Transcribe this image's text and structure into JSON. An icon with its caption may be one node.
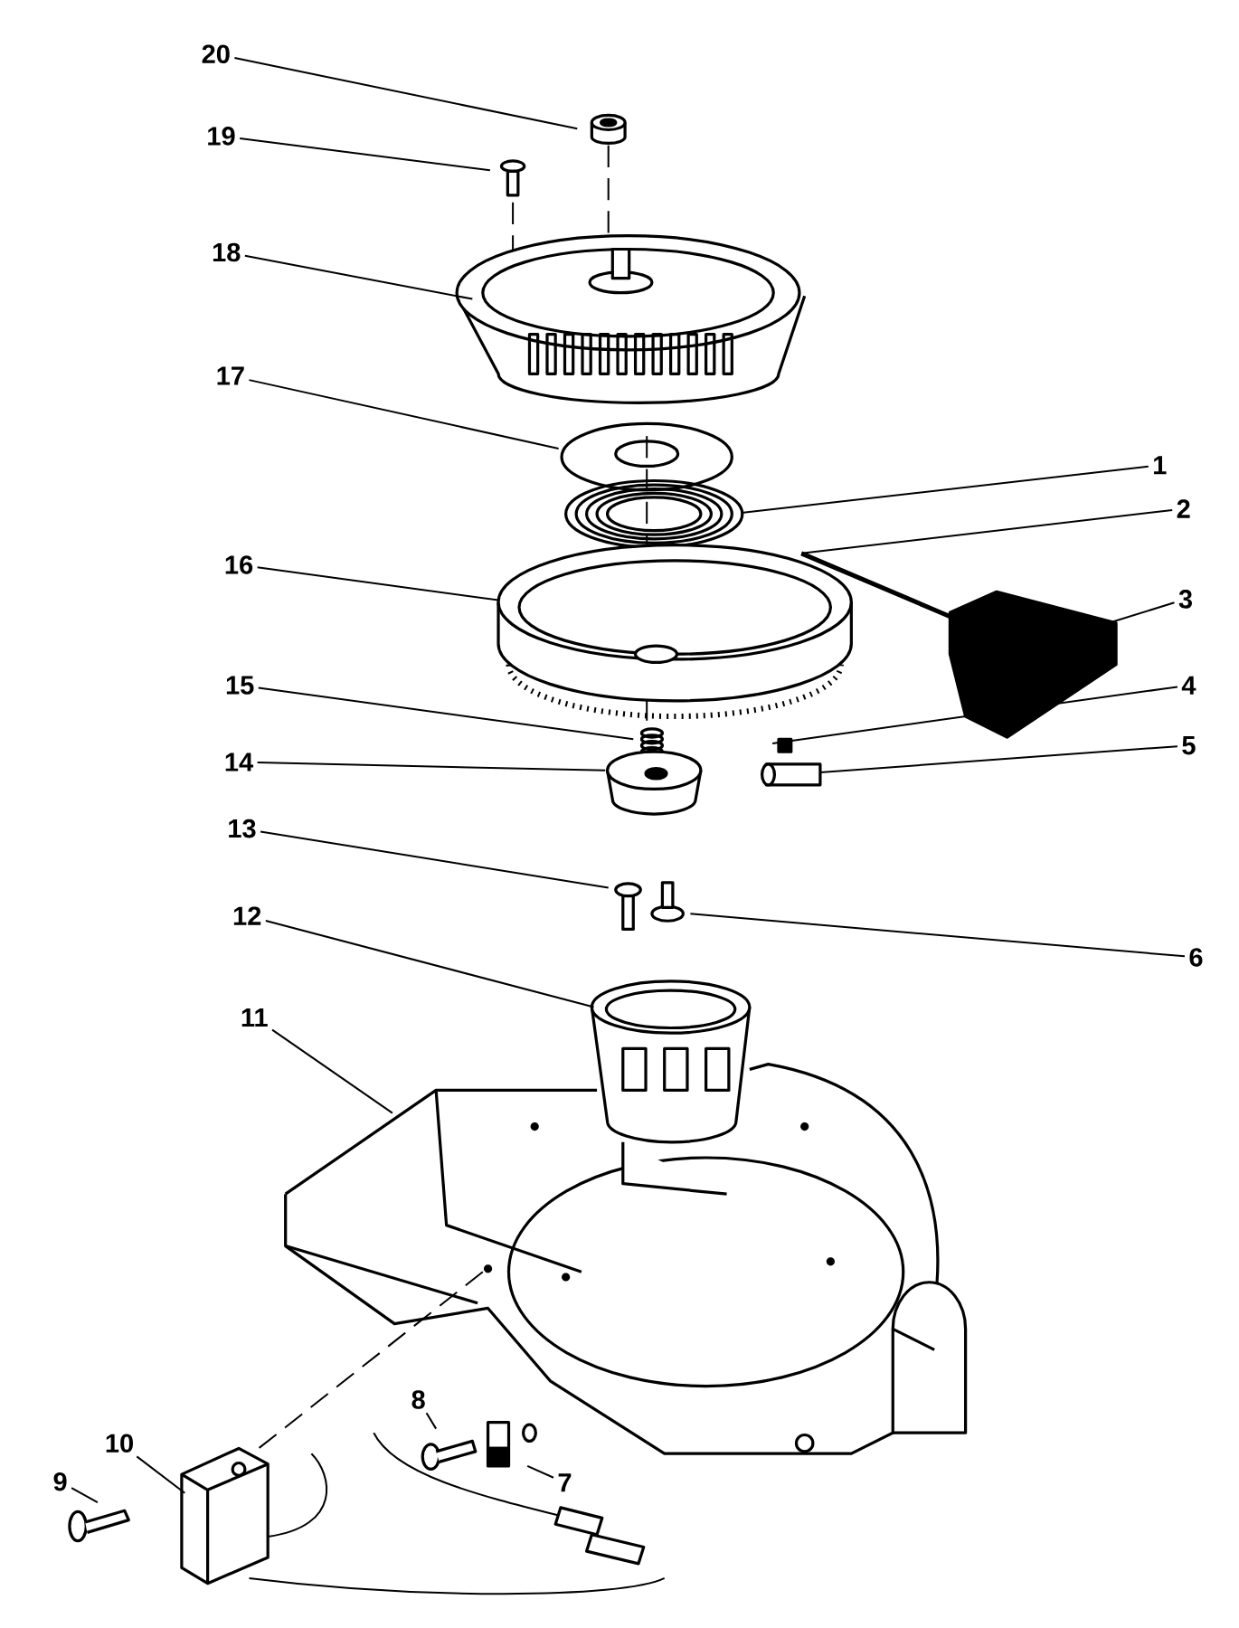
{
  "diagram": {
    "nodes": [
      {
        "text": [
          "20"
        ]
      },
      {
        "text": [
          "19"
        ]
      },
      {
        "text": [
          "18"
        ]
      },
      {
        "text": [
          "17"
        ]
      },
      {
        "text": [
          "1"
        ]
      },
      {
        "text": [
          "2"
        ]
      },
      {
        "text": [
          "16"
        ]
      },
      {
        "text": [
          "3"
        ]
      },
      {
        "text": [
          "15"
        ]
      },
      {
        "text": [
          "4"
        ]
      },
      {
        "text": [
          "14"
        ]
      },
      {
        "text": [
          "5"
        ]
      },
      {
        "text": [
          "13"
        ]
      },
      {
        "text": [
          "6"
        ]
      },
      {
        "text": [
          "12"
        ]
      },
      {
        "text": [
          "11"
        ]
      },
      {
        "text": [
          "8"
        ]
      },
      {
        "text": [
          "7"
        ]
      },
      {
        "text": [
          "10"
        ]
      },
      {
        "text": [
          "9"
        ]
      }
    ],
    "edges": [
      {
        "from": 0,
        "to": null,
        "arrow": "none"
      },
      {
        "from": 1,
        "to": null,
        "arrow": "none"
      },
      {
        "from": 2,
        "to": null,
        "arrow": "none"
      },
      {
        "from": 3,
        "to": null,
        "arrow": "none"
      },
      {
        "from": 4,
        "to": null,
        "arrow": "none"
      },
      {
        "from": 5,
        "to": null,
        "arrow": "none"
      },
      {
        "from": 6,
        "to": null,
        "arrow": "none"
      },
      {
        "from": 7,
        "to": null,
        "arrow": "none"
      },
      {
        "from": 8,
        "to": null,
        "arrow": "none"
      },
      {
        "from": 9,
        "to": null,
        "arrow": "none"
      },
      {
        "from": 10,
        "to": null,
        "arrow": "none"
      },
      {
        "from": 11,
        "to": null,
        "arrow": "none"
      },
      {
        "from": 12,
        "to": null,
        "arrow": "none"
      },
      {
        "from": 13,
        "to": null,
        "arrow": "none"
      },
      {
        "from": 14,
        "to": null,
        "arrow": "none"
      },
      {
        "from": 15,
        "to": null,
        "arrow": "none"
      },
      {
        "from": 16,
        "to": null,
        "arrow": "none"
      },
      {
        "from": 17,
        "to": null,
        "arrow": "none"
      },
      {
        "from": 18,
        "to": null,
        "arrow": "none"
      },
      {
        "from": 19,
        "to": null,
        "arrow": "none"
      }
    ]
  }
}
